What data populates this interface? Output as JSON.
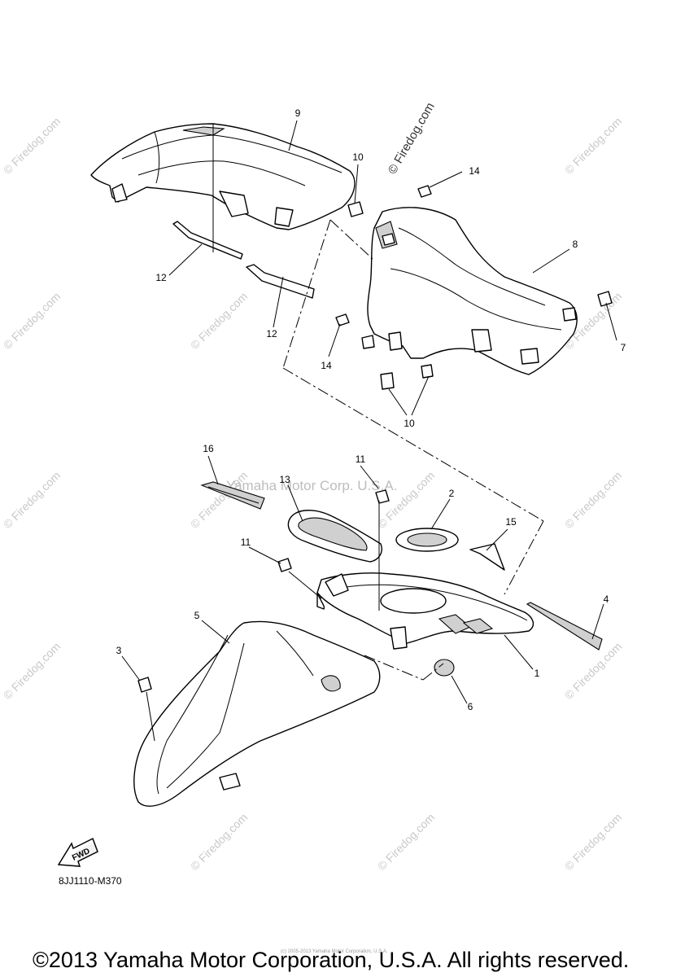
{
  "callouts": {
    "n1": "1",
    "n2": "2",
    "n3": "3",
    "n4": "4",
    "n5": "5",
    "n6": "6",
    "n7": "7",
    "n8": "8",
    "n9": "9",
    "n10a": "10",
    "n10b": "10",
    "n11a": "11",
    "n11b": "11",
    "n12a": "12",
    "n12b": "12",
    "n13": "13",
    "n14a": "14",
    "n14b": "14",
    "n15": "15",
    "n16": "16"
  },
  "fwd_label": "FWD",
  "diagram_code": "8JJ1110-M370",
  "watermark": {
    "site": "© Firedog.com",
    "owner": "Yamaha Motor Corp. U.S.A."
  },
  "fine_print": "(c) 2005-2013 Yamaha Motor Corporation, U.S.A.",
  "copyright": "©2013 Yamaha Motor Corporation, U.S.A. All rights reserved."
}
